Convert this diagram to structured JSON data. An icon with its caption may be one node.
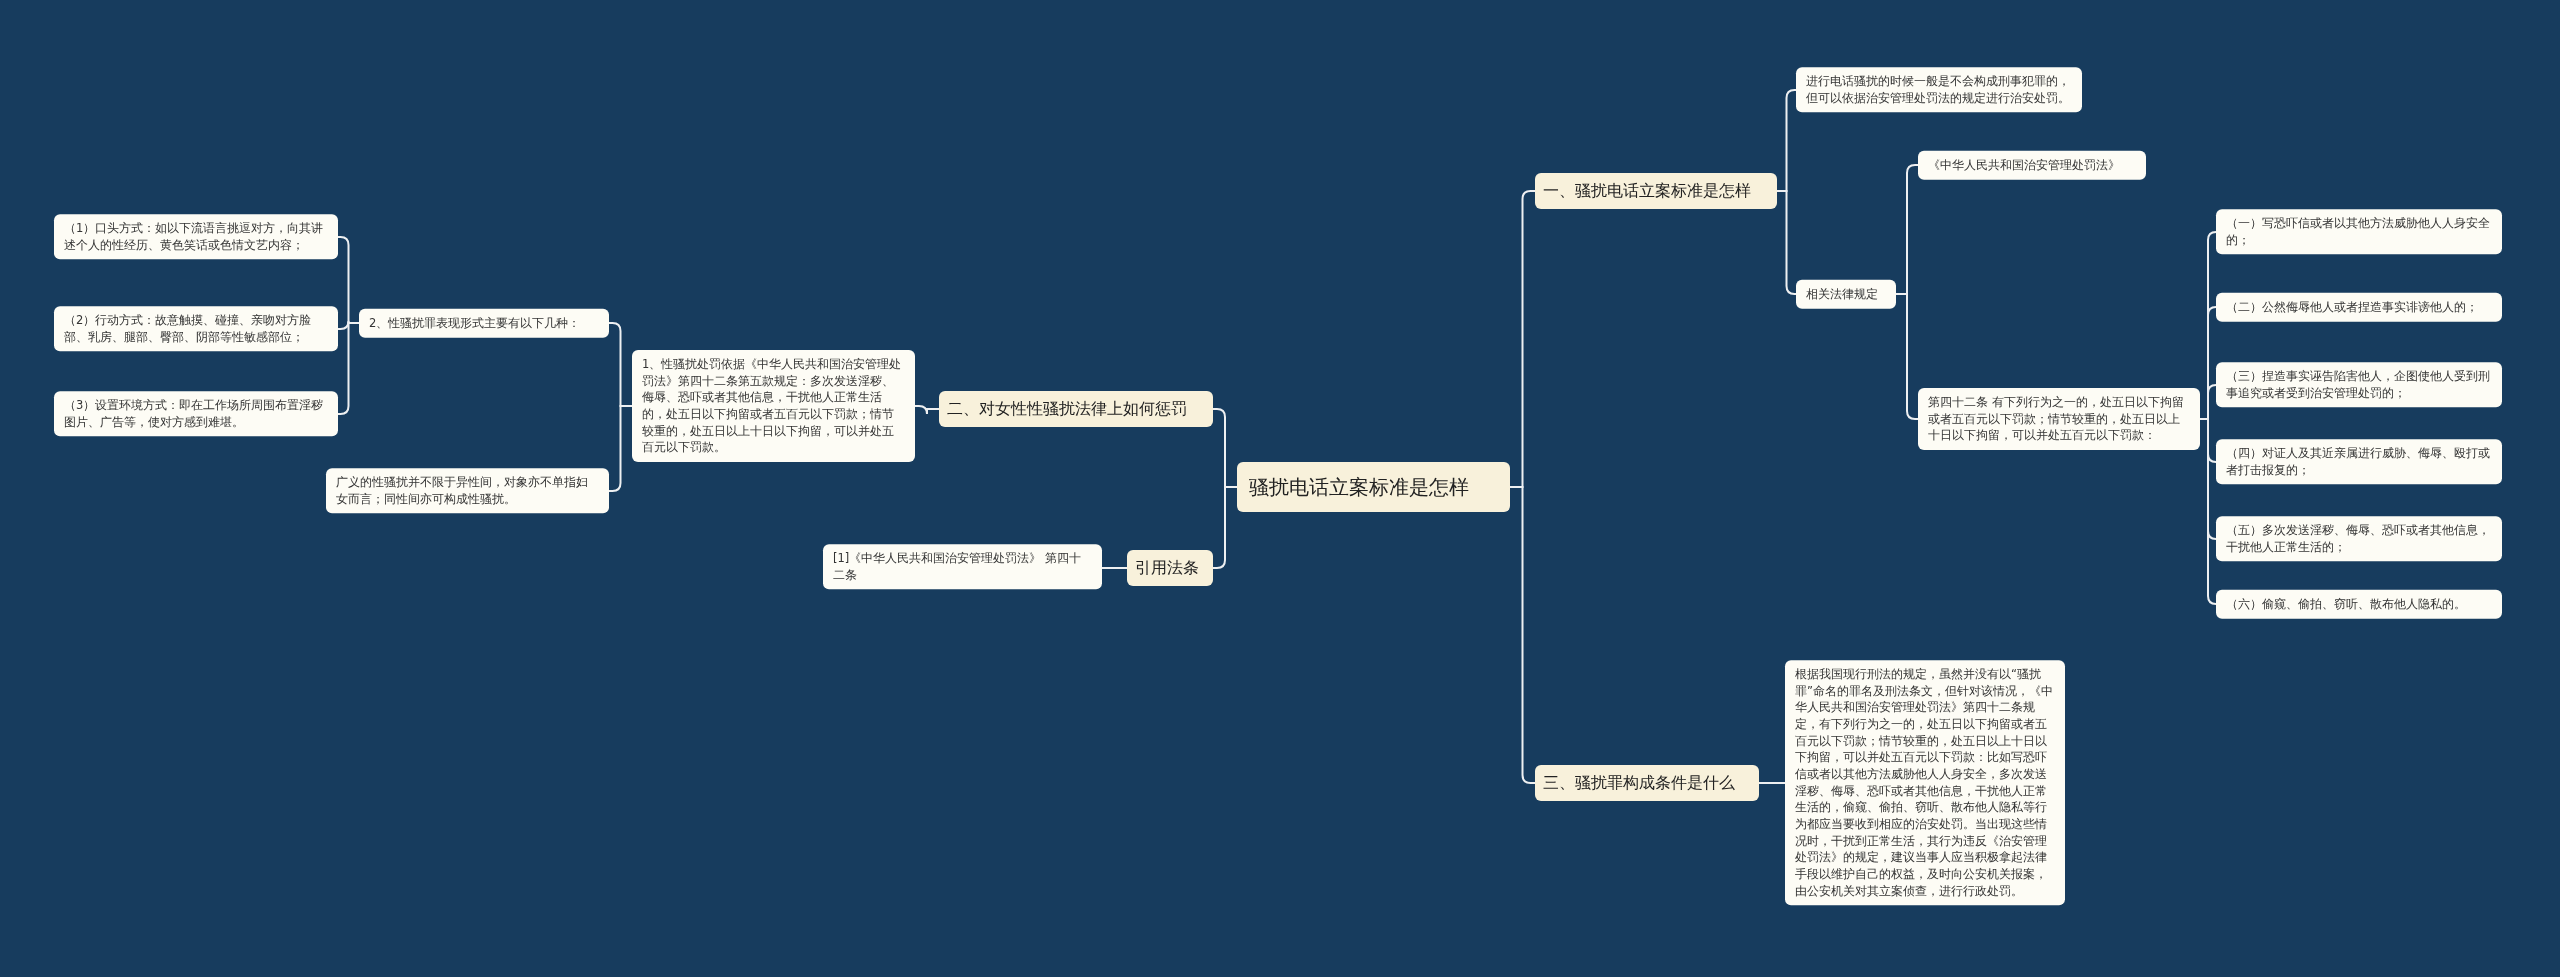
{
  "diagram": {
    "nodes": [
      {
        "text": [
          "骚扰电话立案标准是怎样"
        ]
      },
      {
        "text": [
          "一、骚扰电话立案标准是怎样"
        ]
      },
      {
        "text": [
          "进行电话骚扰的时候一般是不会构成刑事犯罪的，但可以依据治安管理处罚法的规定进行治安处罚。"
        ]
      },
      {
        "text": [
          "相关法律规定"
        ]
      },
      {
        "text": [
          "《中华人民共和国治安管理处罚法》"
        ]
      },
      {
        "text": [
          "第四十二条 有下列行为之一的，处五日以下拘留或者五百元以下罚款；情节较重的，处五日以上十日以下拘留，可以并处五百元以下罚款："
        ]
      },
      {
        "text": [
          "（一）写恐吓信或者以其他方法威胁他人人身安全的；"
        ]
      },
      {
        "text": [
          "（二）公然侮辱他人或者捏造事实诽谤他人的；"
        ]
      },
      {
        "text": [
          "（三）捏造事实诬告陷害他人，企图使他人受到刑事追究或者受到治安管理处罚的；"
        ]
      },
      {
        "text": [
          "（四）对证人及其近亲属进行威胁、侮辱、殴打或者打击报复的；"
        ]
      },
      {
        "text": [
          "（五）多次发送淫秽、侮辱、恐吓或者其他信息，干扰他人正常生活的；"
        ]
      },
      {
        "text": [
          "（六）偷窥、偷拍、窃听、散布他人隐私的。"
        ]
      },
      {
        "text": [
          "三、骚扰罪构成条件是什么"
        ]
      },
      {
        "text": [
          "根据我国现行刑法的规定，虽然并没有以“骚扰罪”命名的罪名及刑法条文，但针对该情况，《中华人民共和国治安管理处罚法》第四十二条规定，有下列行为之一的，处五日以下拘留或者五百元以下罚款；情节较重的，处五日以上十日以下拘留，可以并处五百元以下罚款：比如写恐吓信或者以其他方法威胁他人人身安全，多次发送淫秽、侮辱、恐吓或者其他信息，干扰他人正常生活的，偷窥、偷拍、窃听、散布他人隐私等行为都应当要收到相应的治安处罚。当出现这些情况时，干扰到正常生活，其行为违反《治安管理处罚法》的规定，建议当事人应当积极拿起法律手段以维护自己的权益，及时向公安机关报案，由公安机关对其立案侦查，进行行政处罚。"
        ]
      },
      {
        "text": [
          "二、对女性性骚扰法律上如何惩罚"
        ]
      },
      {
        "text": [
          "1、性骚扰处罚依据《中华人民共和国治安管理处罚法》第四十二条第五款规定：多次发送淫秽、侮辱、恐吓或者其他信息，干扰他人正常生活的，处五日以下拘留或者五百元以下罚款；情节较重的，处五日以上十日以下拘留，可以并处五百元以下罚款。"
        ]
      },
      {
        "text": [
          "2、性骚扰罪表现形式主要有以下几种："
        ]
      },
      {
        "text": [
          "（1）口头方式：如以下流语言挑逗对方，向其讲述个人的性经历、黄色笑话或色情文艺内容；"
        ]
      },
      {
        "text": [
          "（2）行动方式：故意触摸、碰撞、亲吻对方脸部、乳房、腿部、臀部、阴部等性敏感部位；"
        ]
      },
      {
        "text": [
          "（3）设置环境方式：即在工作场所周围布置淫秽图片、广告等，使对方感到难堪。"
        ]
      },
      {
        "text": [
          "广义的性骚扰并不限于异性间，对象亦不单指妇女而言；同性间亦可构成性骚扰。"
        ]
      },
      {
        "text": [
          "引用法条"
        ]
      },
      {
        "text": [
          "[1]《中华人民共和国治安管理处罚法》 第四十二条"
        ]
      }
    ],
    "edges": [
      {
        "from": 0,
        "to": 1,
        "arrow": "none"
      },
      {
        "from": 1,
        "to": 2,
        "arrow": "none"
      },
      {
        "from": 1,
        "to": 3,
        "arrow": "none"
      },
      {
        "from": 3,
        "to": 4,
        "arrow": "none"
      },
      {
        "from": 3,
        "to": 5,
        "arrow": "none"
      },
      {
        "from": 5,
        "to": 6,
        "arrow": "none"
      },
      {
        "from": 5,
        "to": 7,
        "arrow": "none"
      },
      {
        "from": 5,
        "to": 8,
        "arrow": "none"
      },
      {
        "from": 5,
        "to": 9,
        "arrow": "none"
      },
      {
        "from": 5,
        "to": 10,
        "arrow": "none"
      },
      {
        "from": 5,
        "to": 11,
        "arrow": "none"
      },
      {
        "from": 0,
        "to": 12,
        "arrow": "none"
      },
      {
        "from": 12,
        "to": 13,
        "arrow": "none"
      },
      {
        "from": 0,
        "to": 14,
        "arrow": "none"
      },
      {
        "from": 14,
        "to": 15,
        "arrow": "none"
      },
      {
        "from": 15,
        "to": 16,
        "arrow": "none"
      },
      {
        "from": 16,
        "to": 17,
        "arrow": "none"
      },
      {
        "from": 16,
        "to": 18,
        "arrow": "none"
      },
      {
        "from": 16,
        "to": 19,
        "arrow": "none"
      },
      {
        "from": 15,
        "to": 20,
        "arrow": "none"
      },
      {
        "from": 0,
        "to": 21,
        "arrow": "none"
      },
      {
        "from": 21,
        "to": 22,
        "arrow": "none"
      }
    ]
  }
}
